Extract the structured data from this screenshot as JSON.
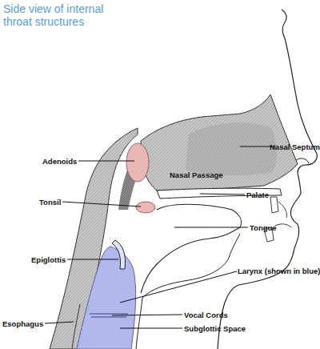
{
  "diagram": {
    "title": "Side view of internal throat structures",
    "labels": [
      "Nasal Septum",
      "Adenoids",
      "Nasal Passage",
      "Palate",
      "Tonsil",
      "Tongue",
      "Epiglottis",
      "Larynx (shown in blue)",
      "Esophagus",
      "Vocal Cords",
      "Subglottic Space"
    ]
  }
}
